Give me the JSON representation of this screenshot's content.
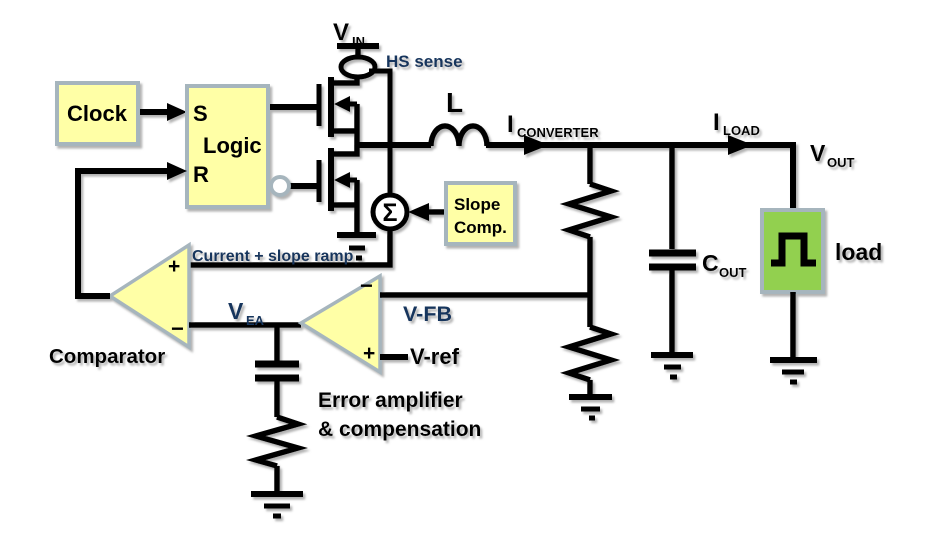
{
  "colors": {
    "background": "#ffffff",
    "box_fill": "#ffffa6",
    "box_border": "#a6b5bd",
    "load_fill": "#92d050",
    "wire": "#000000",
    "signal_label": "#17365d"
  },
  "control_path": {
    "clock": {
      "label": "Clock"
    },
    "logic": {
      "label": "Logic",
      "set_input": "S",
      "reset_input": "R"
    },
    "summer": {
      "symbol": "Σ"
    },
    "slope_comp": {
      "label_line1": "Slope",
      "label_line2": "Comp."
    },
    "ramp_label": "Current + slope ramp",
    "comparator": {
      "label": "Comparator",
      "plus": "+",
      "minus": "−"
    },
    "error_amplifier": {
      "caption_line1": "Error amplifier",
      "caption_line2": "& compensation",
      "plus": "+",
      "minus": "−",
      "output_label": {
        "main": "V",
        "sub": "EA"
      },
      "feedback_label": "V-FB",
      "reference_label": "V-ref"
    }
  },
  "power_stage": {
    "vin": {
      "main": "V",
      "sub": "IN"
    },
    "hs_sense": "HS sense",
    "inductor": "L",
    "i_converter": {
      "main": "I",
      "sub": "CONVERTER"
    },
    "i_load": {
      "main": "I",
      "sub": "LOAD"
    },
    "vout": {
      "main": "V",
      "sub": "OUT"
    },
    "cout": {
      "main": "C",
      "sub": "OUT"
    },
    "load": {
      "label": "load"
    }
  }
}
